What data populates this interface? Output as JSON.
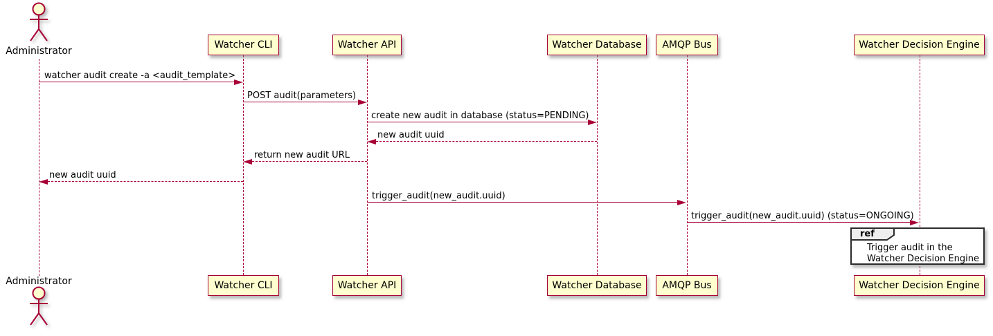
{
  "colors": {
    "participant_fill": "#FEFECE",
    "participant_border": "#A80036",
    "arrow_line": "#A80036",
    "text": "#000000",
    "ref_border": "#2B2B2B",
    "ref_tab_fill": "#EEEEEE",
    "background": "#FFFFFF"
  },
  "participants": [
    {
      "name": "Administrator",
      "kind": "actor"
    },
    {
      "name": "Watcher CLI",
      "kind": "participant"
    },
    {
      "name": "Watcher API",
      "kind": "participant"
    },
    {
      "name": "Watcher Database",
      "kind": "participant"
    },
    {
      "name": "AMQP Bus",
      "kind": "participant"
    },
    {
      "name": "Watcher Decision Engine",
      "kind": "participant"
    }
  ],
  "messages": [
    {
      "label": "watcher audit create -a <audit_template>",
      "from": "Administrator",
      "to": "Watcher CLI",
      "line": "solid"
    },
    {
      "label": "POST audit(parameters)",
      "from": "Watcher CLI",
      "to": "Watcher API",
      "line": "solid"
    },
    {
      "label": "create new audit in database (status=PENDING)",
      "from": "Watcher API",
      "to": "Watcher Database",
      "line": "solid"
    },
    {
      "label": "new audit uuid",
      "from": "Watcher Database",
      "to": "Watcher API",
      "line": "dashed"
    },
    {
      "label": "return new audit URL",
      "from": "Watcher API",
      "to": "Watcher CLI",
      "line": "dashed"
    },
    {
      "label": "new audit uuid",
      "from": "Watcher CLI",
      "to": "Administrator",
      "line": "dashed"
    },
    {
      "label": "trigger_audit(new_audit.uuid)",
      "from": "Watcher API",
      "to": "AMQP Bus",
      "line": "solid"
    },
    {
      "label": "trigger_audit(new_audit.uuid) (status=ONGOING)",
      "from": "AMQP Bus",
      "to": "Watcher Decision Engine",
      "line": "solid"
    }
  ],
  "fragment": {
    "keyword": "ref",
    "line1": "Trigger audit in the",
    "line2": "Watcher Decision Engine"
  }
}
